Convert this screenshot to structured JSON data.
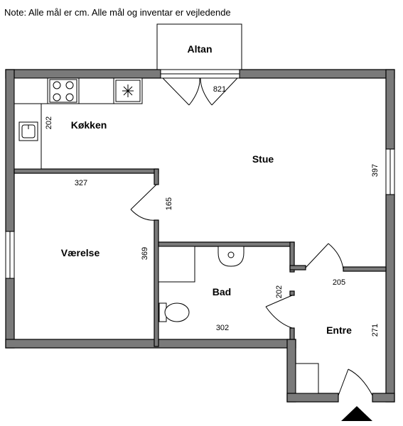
{
  "note": "Note: Alle mål er cm. Alle mål og inventar er vejledende",
  "rooms": {
    "altan": "Altan",
    "kokken": "Køkken",
    "stue": "Stue",
    "vaerelse": "Værelse",
    "bad": "Bad",
    "entre": "Entre"
  },
  "dimensions": {
    "altan_door": "821",
    "kitchen_depth": "202",
    "stue_right": "397",
    "vaerelse_top": "327",
    "vaerelse_door": "165",
    "vaerelse_side": "369",
    "bad_side": "202",
    "entre_top": "205",
    "bad_bottom": "302",
    "entre_side": "271"
  }
}
